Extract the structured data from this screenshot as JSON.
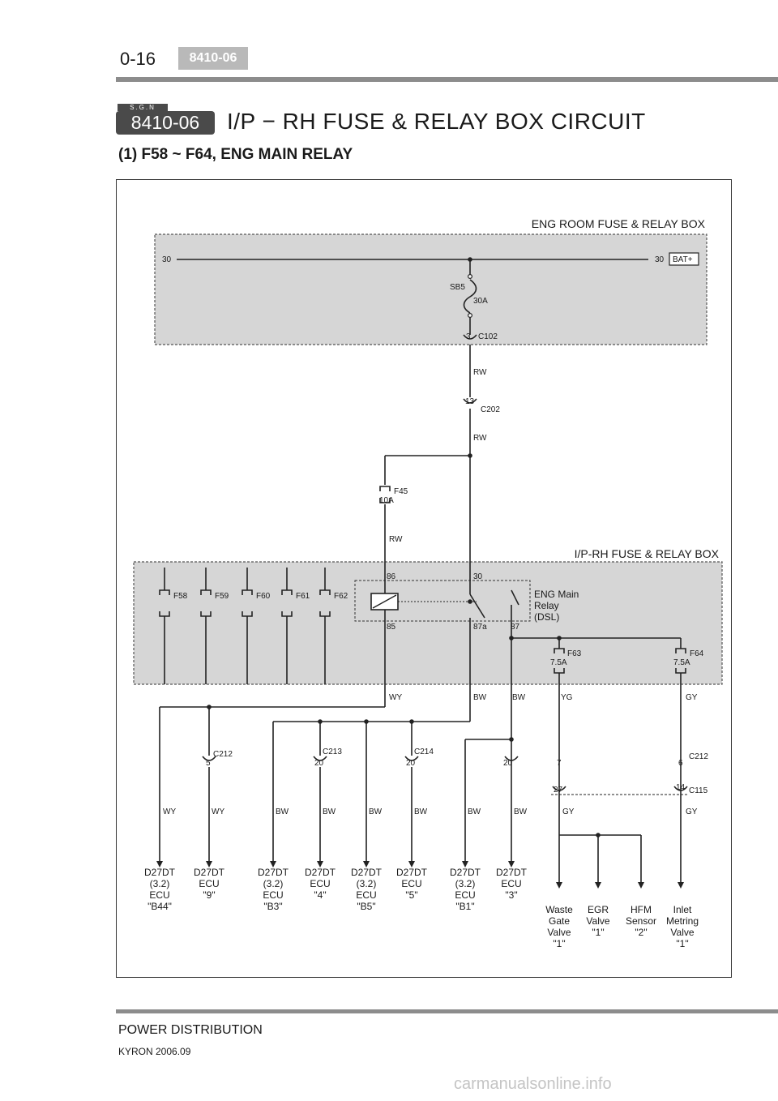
{
  "header": {
    "page_number": "0-16",
    "code_tag": "8410-06"
  },
  "section": {
    "sgn_label": "S.G.N",
    "badge": "8410-06",
    "title": "I/P − RH FUSE & RELAY BOX CIRCUIT",
    "subtitle": "(1) F58 ~ F64, ENG MAIN RELAY"
  },
  "diagram": {
    "eng_room_box": "ENG ROOM FUSE & RELAY BOX",
    "ip_rh_box": "I/P-RH FUSE & RELAY BOX",
    "bus_left": "30",
    "bus_right": "30",
    "bat": "BAT+",
    "sb5": "SB5",
    "sb5_amp": "30A",
    "c102_pin": "3",
    "c102": "C102",
    "wire_rw_1": "RW",
    "c202_pin": "13",
    "c202": "C202",
    "wire_rw_2": "RW",
    "f45": "F45",
    "f45_amp": "10A",
    "wire_rw_3": "RW",
    "fuse_f58": "F58",
    "fuse_f59": "F59",
    "fuse_f60": "F60",
    "fuse_f61": "F61",
    "fuse_f62": "F62",
    "relay_pin_86": "86",
    "relay_pin_30": "30",
    "relay_pin_85": "85",
    "relay_pin_87a": "87a",
    "relay_pin_87": "87",
    "relay_name_1": "ENG Main",
    "relay_name_2": "Relay",
    "relay_name_3": "(DSL)",
    "f63": "F63",
    "f63_amp": "7.5A",
    "f64": "F64",
    "f64_amp": "7.5A",
    "w_wy_mid": "WY",
    "w_bw_mid1": "BW",
    "w_bw_mid2": "BW",
    "w_yg_mid": "YG",
    "w_gy_mid": "GY",
    "c212_left": "C212",
    "c212_left_pin": "5",
    "c213": "C213",
    "c213_pin": "20",
    "c214": "C214",
    "c214_pin": "20",
    "c212_pin_20": "20",
    "c212_pin_7": "7",
    "c212_pin_6": "6",
    "c212_right": "C212",
    "c115_pin_27": "27",
    "c115_pin_14": "14",
    "c115": "C115",
    "bottom_wires": [
      "WY",
      "WY",
      "BW",
      "BW",
      "BW",
      "BW",
      "BW",
      "BW",
      "GY",
      "GY"
    ],
    "loads": [
      [
        "D27DT",
        "(3.2)",
        "ECU",
        "\"B44\""
      ],
      [
        "D27DT",
        "ECU",
        "\"9\""
      ],
      [
        "D27DT",
        "(3.2)",
        "ECU",
        "\"B3\""
      ],
      [
        "D27DT",
        "ECU",
        "\"4\""
      ],
      [
        "D27DT",
        "(3.2)",
        "ECU",
        "\"B5\""
      ],
      [
        "D27DT",
        "ECU",
        "\"5\""
      ],
      [
        "D27DT",
        "(3.2)",
        "ECU",
        "\"B1\""
      ],
      [
        "D27DT",
        "ECU",
        "\"3\""
      ],
      [
        "Waste",
        "Gate",
        "Valve",
        "\"1\""
      ],
      [
        "EGR",
        "Valve",
        "\"1\""
      ],
      [
        "HFM",
        "Sensor",
        "\"2\""
      ],
      [
        "Inlet",
        "Metring",
        "Valve",
        "\"1\""
      ]
    ]
  },
  "footer": {
    "section": "POWER DISTRIBUTION",
    "model": "KYRON 2006.09",
    "watermark": "carmanualsonline.info"
  }
}
